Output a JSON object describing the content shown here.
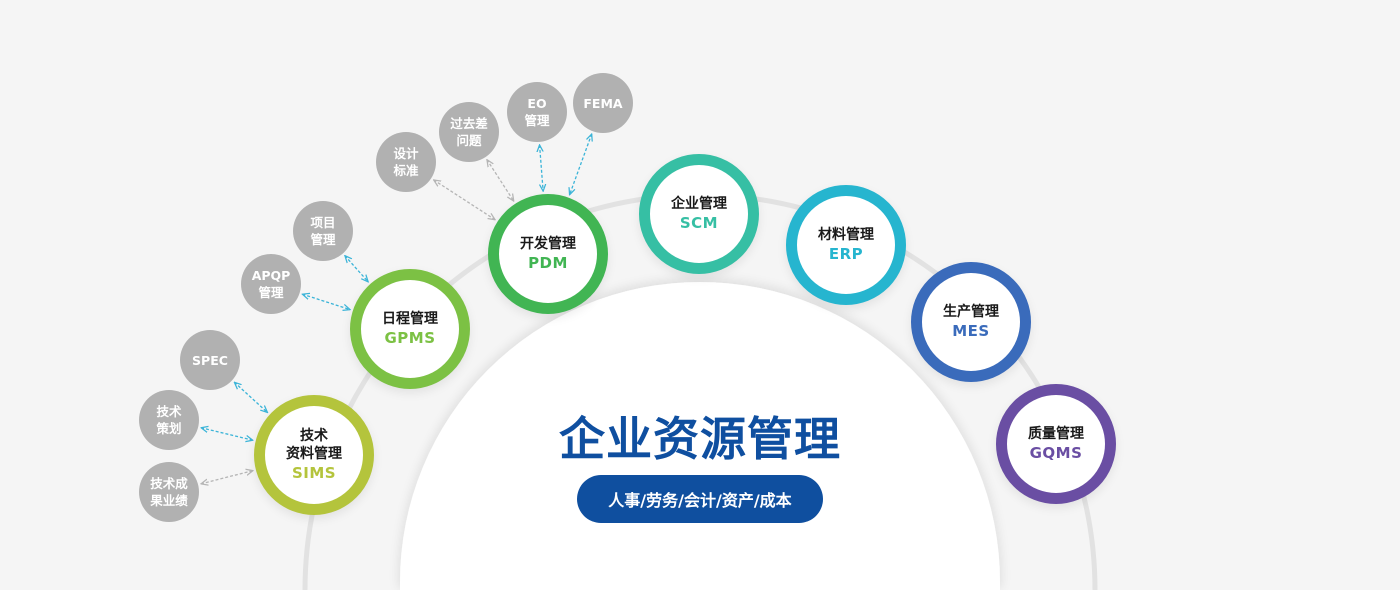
{
  "center": {
    "title": "企业资源管理",
    "subtitle": "人事/劳务/会计/资产/成本"
  },
  "colors": {
    "background": "#f5f5f5",
    "arc": "#e2e2e2",
    "feature_circle": "#b1b1b1",
    "connector_blue": "#3bb4d8",
    "connector_gray": "#b5b5b5",
    "title": "#0f4fa0",
    "pill": "#0f4f9f"
  },
  "modules": [
    {
      "key": "sims",
      "name": "技术\n资料管理",
      "abbr": "SIMS",
      "color": "#b4c43c"
    },
    {
      "key": "gpms",
      "name": "日程管理",
      "abbr": "GPMS",
      "color": "#7cc144"
    },
    {
      "key": "pdm",
      "name": "开发管理",
      "abbr": "PDM",
      "color": "#41b553"
    },
    {
      "key": "scm",
      "name": "企业管理",
      "abbr": "SCM",
      "color": "#36bfa4"
    },
    {
      "key": "erp",
      "name": "材料管理",
      "abbr": "ERP",
      "color": "#26b5cf"
    },
    {
      "key": "mes",
      "name": "生产管理",
      "abbr": "MES",
      "color": "#3a6bbb"
    },
    {
      "key": "gqms",
      "name": "质量管理",
      "abbr": "GQMS",
      "color": "#6a4ea3"
    }
  ],
  "features": [
    {
      "key": "spec",
      "label": "SPEC",
      "module": "sims"
    },
    {
      "key": "tech-plan",
      "label": "技术\n策划",
      "module": "sims"
    },
    {
      "key": "tech-result",
      "label": "技术成\n果业绩",
      "module": "sims"
    },
    {
      "key": "apqp",
      "label": "APQP\n管理",
      "module": "gpms"
    },
    {
      "key": "project",
      "label": "项目\n管理",
      "module": "gpms"
    },
    {
      "key": "design-std",
      "label": "设计\n标准",
      "module": "pdm"
    },
    {
      "key": "past-issue",
      "label": "过去差\n问题",
      "module": "pdm"
    },
    {
      "key": "eo",
      "label": "EO\n管理",
      "module": "pdm"
    },
    {
      "key": "fema",
      "label": "FEMA",
      "module": "pdm"
    }
  ]
}
